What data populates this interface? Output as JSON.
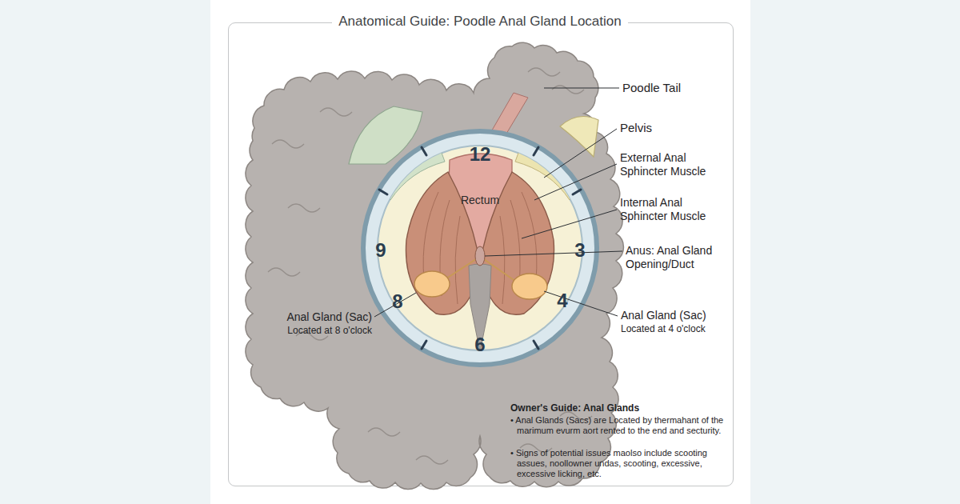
{
  "diagram": {
    "title": "Anatomical Guide: Poodle Anal Gland Location",
    "nodes": [
      {
        "text": [
          "12",
          "3",
          "6",
          "9",
          "8",
          "4",
          "Rectum"
        ]
      }
    ],
    "labels": [
      "Poodle Tail",
      "Pelvis",
      "External Anal Sphincter Muscle",
      "Internal Anal Sphincter Muscle",
      "Anus: Anal Gland Opening/Duct",
      "Anal Gland (Sac)",
      "Located at 4 o'clock",
      "Anal Gland (Sac)",
      "Located at 8 o'clock",
      "Owner's Guide: Anal Glands",
      "• Anal Glands (Sacs) are Located by thermahant of the marimum evurm aort rented to the end and secturity.",
      "• Signs of potential issues maolso include scooting assues, noollowner undas, scooting, excessive, excessive licking, etc."
    ]
  }
}
